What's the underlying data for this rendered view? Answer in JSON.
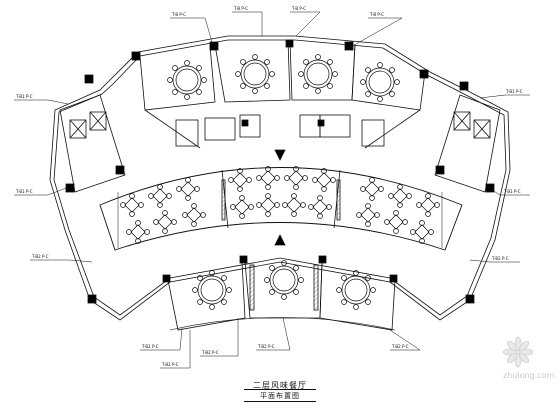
{
  "drawing": {
    "title": "二层风味餐厅",
    "subtitle": "平面布置图"
  },
  "callouts": {
    "generic": "— — —",
    "label_a": "T-B  P-C",
    "label_b": "T-B1 P-C",
    "label_c": "T-B2 P-C"
  },
  "watermark": {
    "text": "zhulong.com"
  },
  "colors": {
    "line": "#111111",
    "wall_fill": "#000000",
    "watermark": "#c8c8c8"
  }
}
